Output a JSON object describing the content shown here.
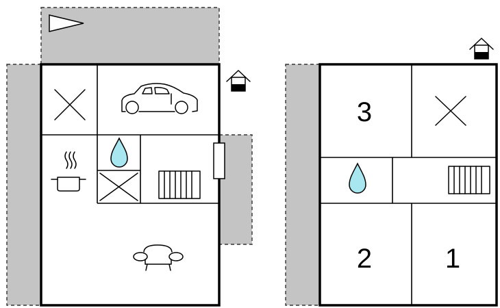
{
  "colors": {
    "outdoor_area": "#c4c4c4",
    "wall": "#000000",
    "water": "#a8e6f0"
  },
  "floor_plans": [
    {
      "icons": [
        "house-entrance-icon",
        "garage-car-icon",
        "storage-cross-icon",
        "kitchen-pot-icon",
        "water-drop-icon",
        "storage-cross-icon",
        "radiator-icon",
        "sofa-icon",
        "terrace-flag-icon"
      ]
    },
    {
      "icons": [
        "house-entrance-icon",
        "storage-cross-icon",
        "water-drop-icon",
        "radiator-icon"
      ],
      "room_numbers": {
        "room_3": "3",
        "room_2": "2",
        "room_1": "1"
      }
    }
  ]
}
